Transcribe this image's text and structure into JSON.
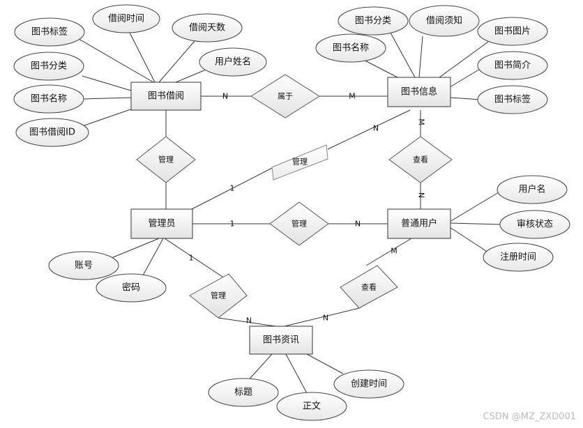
{
  "entities": {
    "borrow": "图书借阅",
    "info": "图书信息",
    "admin": "管理员",
    "user": "普通用户",
    "news": "图书资讯"
  },
  "attributes": {
    "borrow": [
      "图书标签",
      "借阅时间",
      "借阅天数",
      "用户姓名",
      "图书分类",
      "图书名称",
      "图书借阅ID"
    ],
    "info": [
      "图书分类",
      "借阅须知",
      "图书图片",
      "图书名称",
      "图书简介",
      "图书标签"
    ],
    "user": [
      "用户名",
      "审核状态",
      "注册时间"
    ],
    "admin": [
      "账号",
      "密码"
    ],
    "news": [
      "标题",
      "正文",
      "创建时间"
    ]
  },
  "relationships": {
    "belongs": "属于",
    "manage_borrow": "管理",
    "manage_info": "管理",
    "manage_user": "管理",
    "view_info": "查看",
    "manage_news": "管理",
    "view_news": "查看"
  },
  "cardinalities": {
    "borrow_belongs": "N",
    "info_belongs": "M",
    "admin_info_one": "1",
    "admin_info_n": "N",
    "info_view": "M",
    "user_view": "N",
    "admin_user_one": "1",
    "admin_user_n": "N",
    "admin_news_one": "1",
    "news_admin_n": "N",
    "news_user_n": "N",
    "user_news_m": "M"
  },
  "watermark": "CSDN @MZ_ZXD001"
}
